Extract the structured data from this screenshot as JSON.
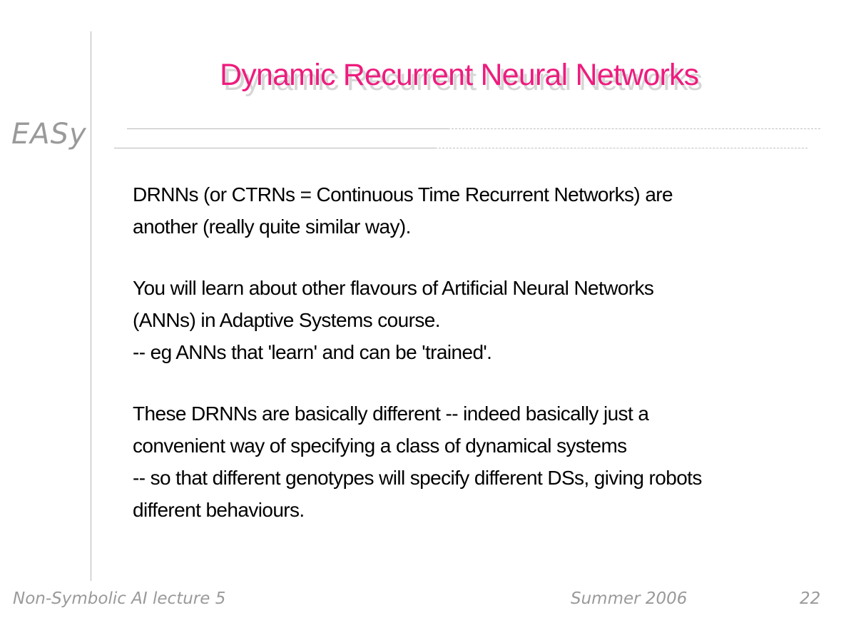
{
  "logo": {
    "text": "EASy"
  },
  "title": "Dynamic Recurrent Neural Networks",
  "body": {
    "paragraphs": [
      [
        "DRNNs (or CTRNs = Continuous Time Recurrent Networks) are",
        "another (really quite similar way)."
      ],
      [
        "You will learn about other flavours of Artificial Neural Networks",
        "(ANNs) in Adaptive Systems course.",
        "-- eg ANNs that 'learn' and can be 'trained'."
      ],
      [
        "These DRNNs are basically different -- indeed basically just a",
        "convenient way of specifying a class of dynamical systems",
        "-- so that different genotypes will specify different DSs, giving robots",
        "different behaviours."
      ]
    ]
  },
  "footer": {
    "course": "Non-Symbolic AI lecture 5",
    "date": "Summer 2006",
    "page": "22"
  },
  "colors": {
    "title": "#ee1c7e",
    "title_shadow": "#d6d6d6",
    "rules": "#b9b9b9",
    "logo": "#9a9a9a"
  }
}
